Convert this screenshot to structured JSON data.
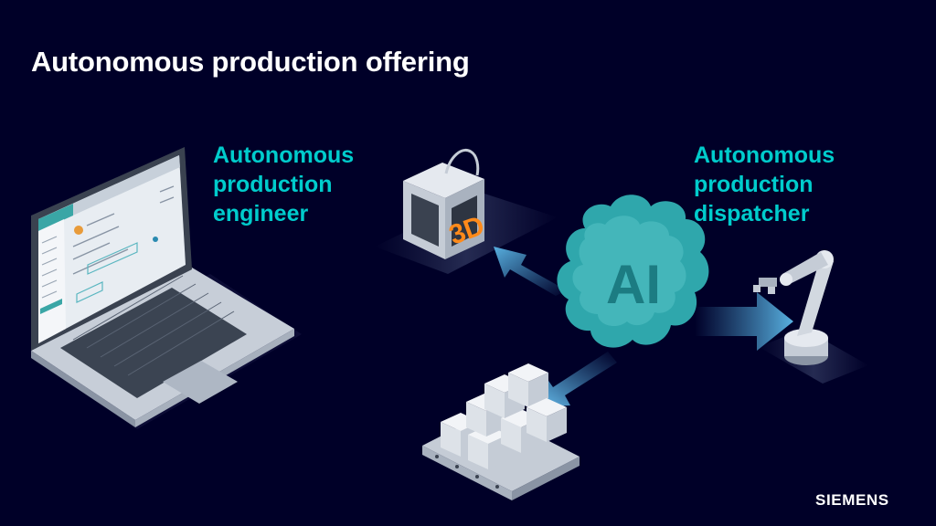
{
  "slide": {
    "title": "Autonomous production offering",
    "engineer_label": [
      "Autonomous",
      "production",
      "engineer"
    ],
    "dispatcher_label": [
      "Autonomous",
      "production",
      "dispatcher"
    ],
    "center_label": "AI",
    "printer_label": "3D",
    "logo": "SIEMENS"
  },
  "colors": {
    "background": "#000028",
    "accent": "#00cccc",
    "ai_cloud": "#2fa7ac",
    "arrow": "#4a9fd0",
    "printer_label": "#ff8a1a"
  },
  "icons": [
    "laptop-icon",
    "3d-printer-icon",
    "ai-brain-icon",
    "robot-arm-icon",
    "conveyor-boxes-icon"
  ]
}
